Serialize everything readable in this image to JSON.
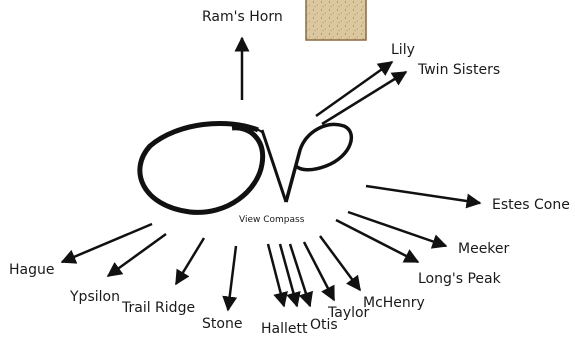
{
  "compass": {
    "caption": "View Compass",
    "monogram_icon": "vp-monogram-icon",
    "texture_icon": "sandstone-swatch-icon"
  },
  "colors": {
    "ink": "#111111",
    "swatch_fill": "#d9c39a",
    "swatch_stroke": "#8b6b3f"
  },
  "peaks": {
    "rams_horn": "Ram's Horn",
    "lily": "Lily",
    "twin_sisters": "Twin Sisters",
    "estes_cone": "Estes Cone",
    "meeker": "Meeker",
    "longs_peak": "Long's Peak",
    "mchenry": "McHenry",
    "taylor": "Taylor",
    "otis": "Otis",
    "hallett": "Hallett",
    "stone": "Stone",
    "trail_ridge": "Trail Ridge",
    "ypsilon": "Ypsilon",
    "hague": "Hague"
  }
}
